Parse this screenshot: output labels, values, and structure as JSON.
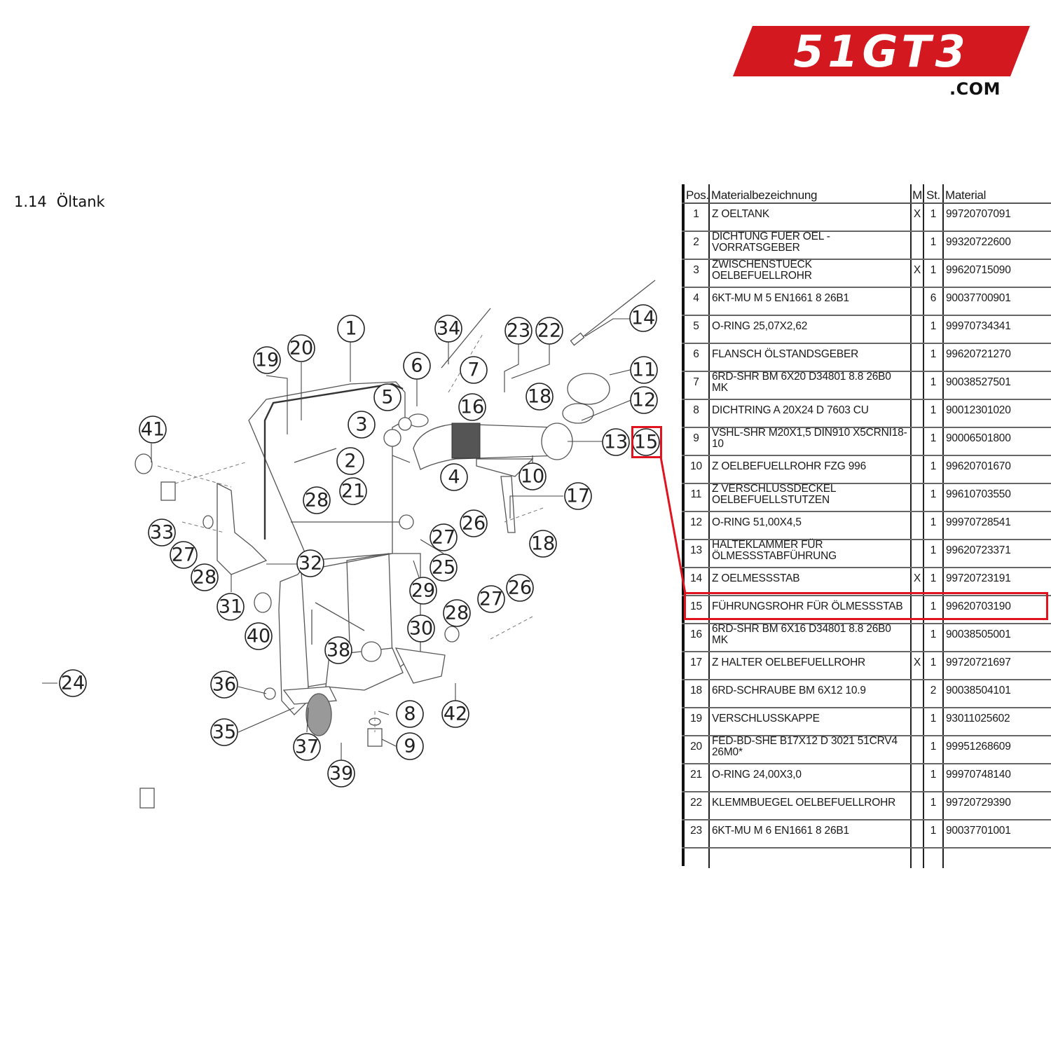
{
  "logo": {
    "brand_text": "51GT3",
    "domain_suffix": ".COM",
    "brand_color": "#d4181f",
    "text_color": "#ffffff"
  },
  "section": {
    "number": "1.14",
    "title": "Öltank"
  },
  "highlight": {
    "selected_position": "15",
    "color": "#e0141e"
  },
  "diagram": {
    "callouts": [
      "1",
      "2",
      "3",
      "4",
      "5",
      "6",
      "7",
      "8",
      "9",
      "10",
      "11",
      "12",
      "13",
      "14",
      "15",
      "16",
      "17",
      "18",
      "18",
      "19",
      "20",
      "21",
      "22",
      "23",
      "24",
      "25",
      "26",
      "26",
      "27",
      "27",
      "27",
      "28",
      "28",
      "28",
      "29",
      "30",
      "31",
      "32",
      "33",
      "34",
      "35",
      "36",
      "37",
      "38",
      "39",
      "40",
      "41",
      "42"
    ]
  },
  "table": {
    "headers": {
      "pos": "Pos.",
      "desc": "Materialbezeichnung",
      "m": "M",
      "st": "St.",
      "material": "Material"
    },
    "rows": [
      {
        "pos": "1",
        "desc": "Z OELTANK",
        "m": "X",
        "st": "1",
        "material": "99720707091"
      },
      {
        "pos": "2",
        "desc": "DICHTUNG FUER OEL - VORRATSGEBER",
        "m": "",
        "st": "1",
        "material": "99320722600"
      },
      {
        "pos": "3",
        "desc": "ZWISCHENSTUECK OELBEFUELLROHR",
        "m": "X",
        "st": "1",
        "material": "99620715090"
      },
      {
        "pos": "4",
        "desc": "6KT-MU M 5 EN1661 8 26B1",
        "m": "",
        "st": "6",
        "material": "90037700901"
      },
      {
        "pos": "5",
        "desc": "O-RING 25,07X2,62",
        "m": "",
        "st": "1",
        "material": "99970734341"
      },
      {
        "pos": "6",
        "desc": "FLANSCH ÖLSTANDSGEBER",
        "m": "",
        "st": "1",
        "material": "99620721270"
      },
      {
        "pos": "7",
        "desc": "6RD-SHR BM 6X20 D34801 8.8 26B0 MK",
        "m": "",
        "st": "1",
        "material": "90038527501"
      },
      {
        "pos": "8",
        "desc": "DICHTRING A 20X24 D 7603 CU",
        "m": "",
        "st": "1",
        "material": "90012301020"
      },
      {
        "pos": "9",
        "desc": "VSHL-SHR M20X1,5 DIN910 X5CRNI18-10",
        "m": "",
        "st": "1",
        "material": "90006501800"
      },
      {
        "pos": "10",
        "desc": "Z OELBEFUELLROHR FZG 996",
        "m": "",
        "st": "1",
        "material": "99620701670"
      },
      {
        "pos": "11",
        "desc": "Z VERSCHLUSSDECKEL OELBEFUELLSTUTZEN",
        "m": "",
        "st": "1",
        "material": "99610703550"
      },
      {
        "pos": "12",
        "desc": "O-RING 51,00X4,5",
        "m": "",
        "st": "1",
        "material": "99970728541"
      },
      {
        "pos": "13",
        "desc": "HALTEKLAMMER FÜR ÖLMESSSTABFÜHRUNG",
        "m": "",
        "st": "1",
        "material": "99620723371"
      },
      {
        "pos": "14",
        "desc": "Z OELMESSSTAB",
        "m": "X",
        "st": "1",
        "material": "99720723191"
      },
      {
        "pos": "15",
        "desc": "FÜHRUNGSROHR FÜR ÖLMESSSTAB",
        "m": "",
        "st": "1",
        "material": "99620703190"
      },
      {
        "pos": "16",
        "desc": "6RD-SHR BM 6X16 D34801 8.8 26B0 MK",
        "m": "",
        "st": "1",
        "material": "90038505001"
      },
      {
        "pos": "17",
        "desc": "Z HALTER OELBEFUELLROHR",
        "m": "X",
        "st": "1",
        "material": "99720721697"
      },
      {
        "pos": "18",
        "desc": "6RD-SCHRAUBE BM 6X12 10.9",
        "m": "",
        "st": "2",
        "material": "90038504101"
      },
      {
        "pos": "19",
        "desc": "VERSCHLUSSKAPPE",
        "m": "",
        "st": "1",
        "material": "93011025602"
      },
      {
        "pos": "20",
        "desc": "FED-BD-SHE B17X12 D 3021 51CRV4 26M0*",
        "m": "",
        "st": "1",
        "material": "99951268609"
      },
      {
        "pos": "21",
        "desc": "O-RING 24,00X3,0",
        "m": "",
        "st": "1",
        "material": "99970748140"
      },
      {
        "pos": "22",
        "desc": "KLEMMBUEGEL OELBEFUELLROHR",
        "m": "",
        "st": "1",
        "material": "99720729390"
      },
      {
        "pos": "23",
        "desc": "6KT-MU M 6 EN1661 8 26B1",
        "m": "",
        "st": "1",
        "material": "90037701001"
      }
    ]
  }
}
